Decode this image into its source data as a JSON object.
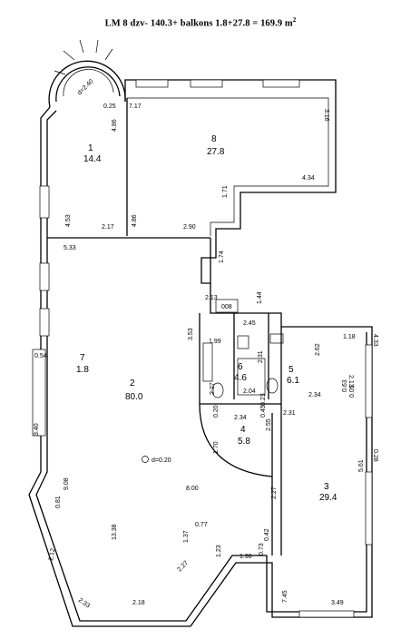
{
  "title": {
    "text": "LM 8 dzv- 140.3+ balkons 1.8+27.8 = 169.9 m",
    "sup": "2"
  },
  "rooms": [
    {
      "id": "r1",
      "number": "1",
      "area": "14.4"
    },
    {
      "id": "r2",
      "number": "2",
      "area": "80.0"
    },
    {
      "id": "r3",
      "number": "3",
      "area": "29.4"
    },
    {
      "id": "r4",
      "number": "4",
      "area": "5.8"
    },
    {
      "id": "r5",
      "number": "5",
      "area": "6.1"
    },
    {
      "id": "r6",
      "number": "6",
      "area": "4.6"
    },
    {
      "id": "r7",
      "number": "7",
      "area": "1.8"
    },
    {
      "id": "r8",
      "number": "8",
      "area": "27.8"
    }
  ],
  "flat_code": "008",
  "labels": {
    "tower_diameter": "d=2.40",
    "column_diameter": "d=0.20",
    "bath_diameter_6": "2.31",
    "bath_diameter_5": "2.62"
  },
  "dimensions": [
    "0.25",
    "7.17",
    "3.16",
    "4.86",
    "4.34",
    "1.71",
    "4.53",
    "2.17",
    "4.86",
    "2.90",
    "5.33",
    "1.74",
    "2.13",
    "1.44",
    "2.45",
    "3.53",
    "1.99",
    "2.27",
    "2.04",
    "1.18",
    "4.33",
    "2.13",
    "0.63",
    "0.05",
    "2.34",
    "0.54",
    "3.40",
    "2.34",
    "0.45",
    "0.23",
    "2.55",
    "0.20",
    "2.31",
    "1.70",
    "9.08",
    "0.81",
    "8.00",
    "0.28",
    "5.61",
    "2.27",
    "13.38",
    "1.37",
    "0.77",
    "0.42",
    "1.23",
    "0.73",
    "1.98",
    "2.12",
    "2.27",
    "2.33",
    "2.18",
    "7.45",
    "3.49"
  ]
}
